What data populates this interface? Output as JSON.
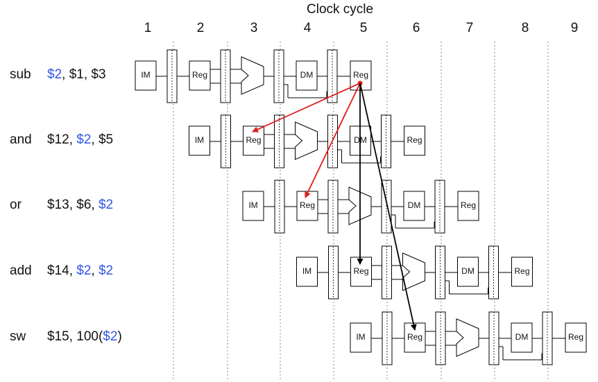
{
  "title": "Clock cycle",
  "cycles": [
    "1",
    "2",
    "3",
    "4",
    "5",
    "6",
    "7",
    "8",
    "9"
  ],
  "stage_labels": {
    "im": "IM",
    "reg": "Reg",
    "dm": "DM"
  },
  "instructions": [
    {
      "op": "sub",
      "parts": [
        {
          "t": "$2",
          "hl": true
        },
        {
          "t": ", $1, $3",
          "hl": false
        }
      ]
    },
    {
      "op": "and",
      "parts": [
        {
          "t": "$12, ",
          "hl": false
        },
        {
          "t": "$2",
          "hl": true
        },
        {
          "t": ", $5",
          "hl": false
        }
      ]
    },
    {
      "op": "or",
      "parts": [
        {
          "t": "$13, $6, ",
          "hl": false
        },
        {
          "t": "$2",
          "hl": true
        }
      ]
    },
    {
      "op": "add",
      "parts": [
        {
          "t": "$14, ",
          "hl": false
        },
        {
          "t": "$2",
          "hl": true
        },
        {
          "t": ", ",
          "hl": false
        },
        {
          "t": "$2",
          "hl": true
        }
      ]
    },
    {
      "op": "sw",
      "parts": [
        {
          "t": "$15, 100(",
          "hl": false
        },
        {
          "t": "$2",
          "hl": true
        },
        {
          "t": ")",
          "hl": false
        }
      ]
    }
  ],
  "colors": {
    "highlight": "#2f56e6",
    "forward_red": "#e11a1a",
    "forward_black": "#000000",
    "grid": "#888888"
  }
}
